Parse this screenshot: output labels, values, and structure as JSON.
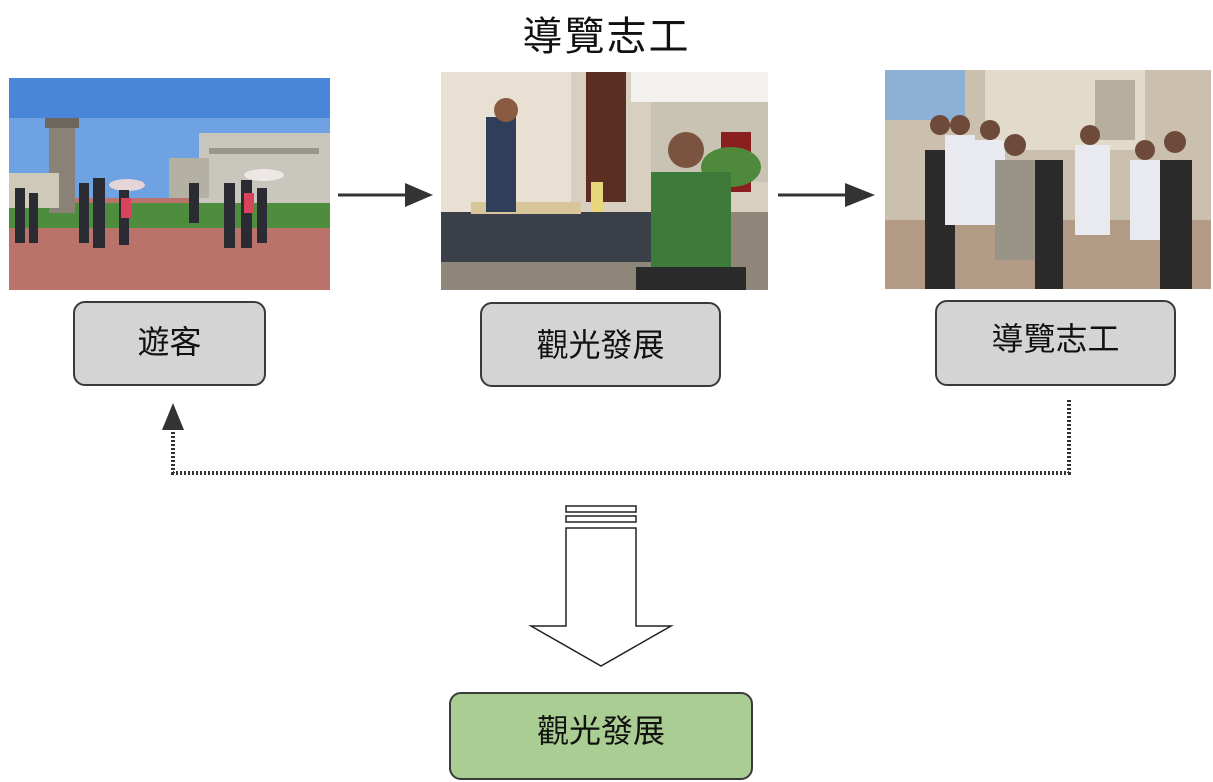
{
  "title": "導覽志工",
  "photos": [
    {
      "name": "photo-tourists",
      "scene": "tourists visiting historic site under blue sky"
    },
    {
      "name": "photo-tourism-development",
      "scene": "person presenting food on table indoors"
    },
    {
      "name": "photo-volunteer-guides",
      "scene": "group of visitors listening to guide"
    }
  ],
  "boxes": {
    "visitor": "遊客",
    "tourism": "觀光發展",
    "volunteer": "導覽志工",
    "result": "觀光發展"
  },
  "colors": {
    "box_gray": "#d4d4d4",
    "box_green": "#a9cd92",
    "arrow": "#333333"
  }
}
